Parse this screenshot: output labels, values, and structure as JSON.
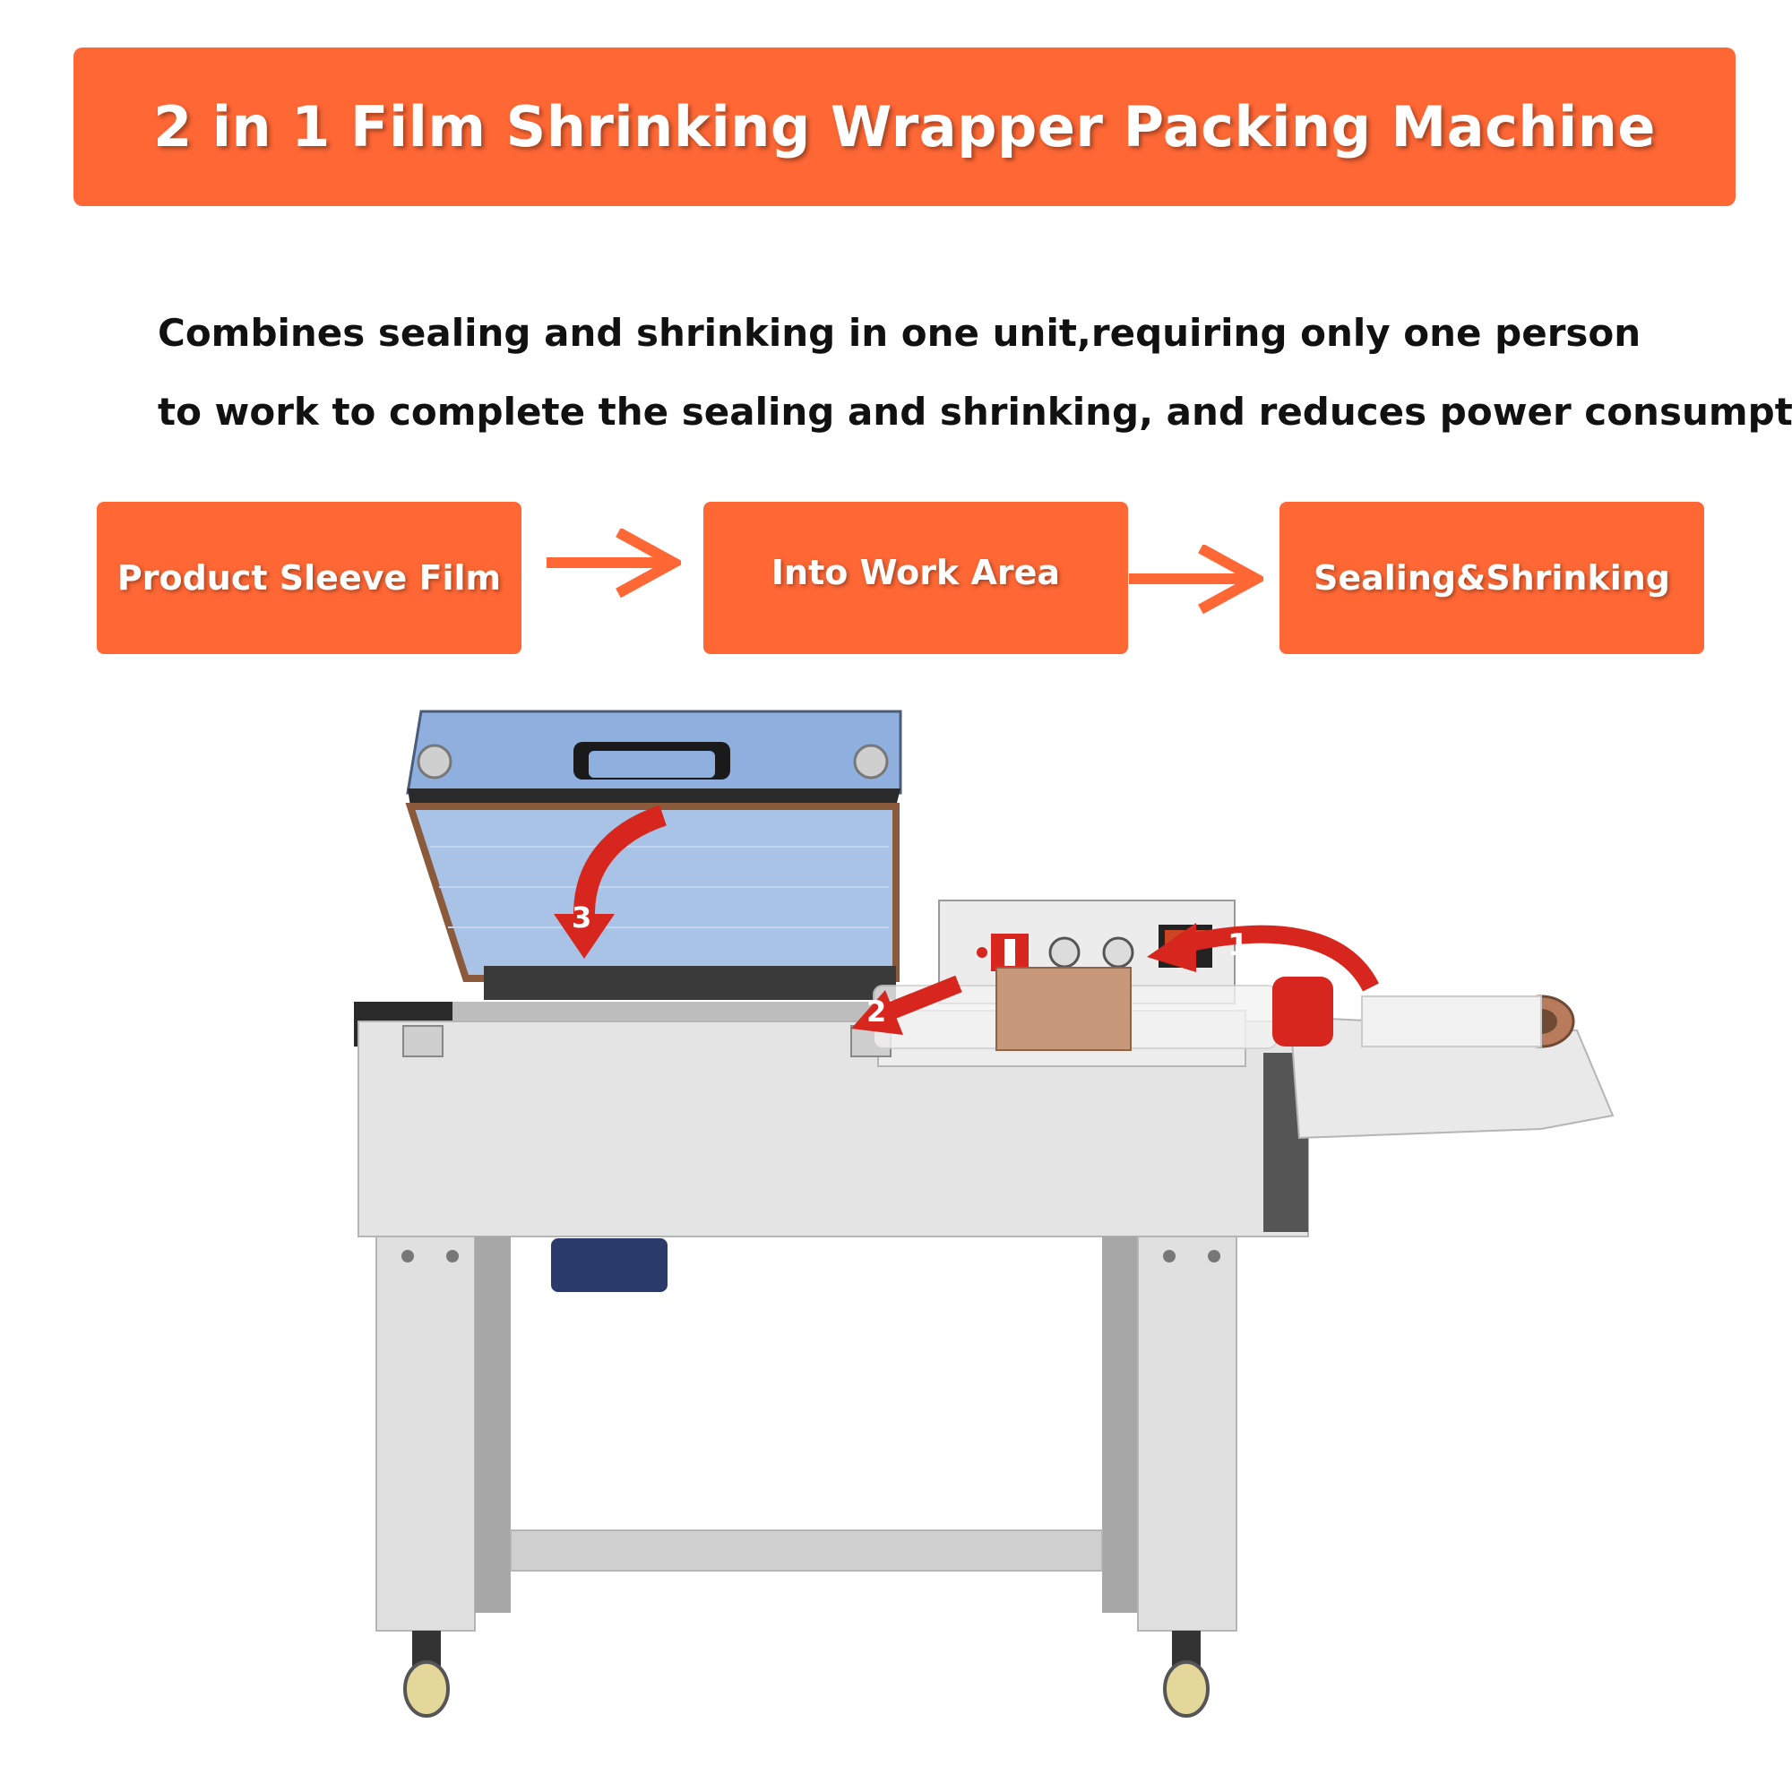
{
  "title": "2 in 1  Film Shrinking Wrapper Packing Machine",
  "description": {
    "line1": "Combines sealing and shrinking in one unit,requiring only one person",
    "line2": "to work to complete the sealing and shrinking, and reduces power consumption."
  },
  "steps": [
    {
      "label": "Product Sleeve Film"
    },
    {
      "label": "Into Work Area"
    },
    {
      "label": "Sealing&Shrinking"
    }
  ],
  "machine_callouts": [
    {
      "number": "1"
    },
    {
      "number": "2"
    },
    {
      "number": "3"
    }
  ],
  "colors": {
    "accent": "#ff6735",
    "callout_red": "#d7261e",
    "machine_body": "#e6e6e6",
    "lid_glass": "#a9c3e6"
  }
}
